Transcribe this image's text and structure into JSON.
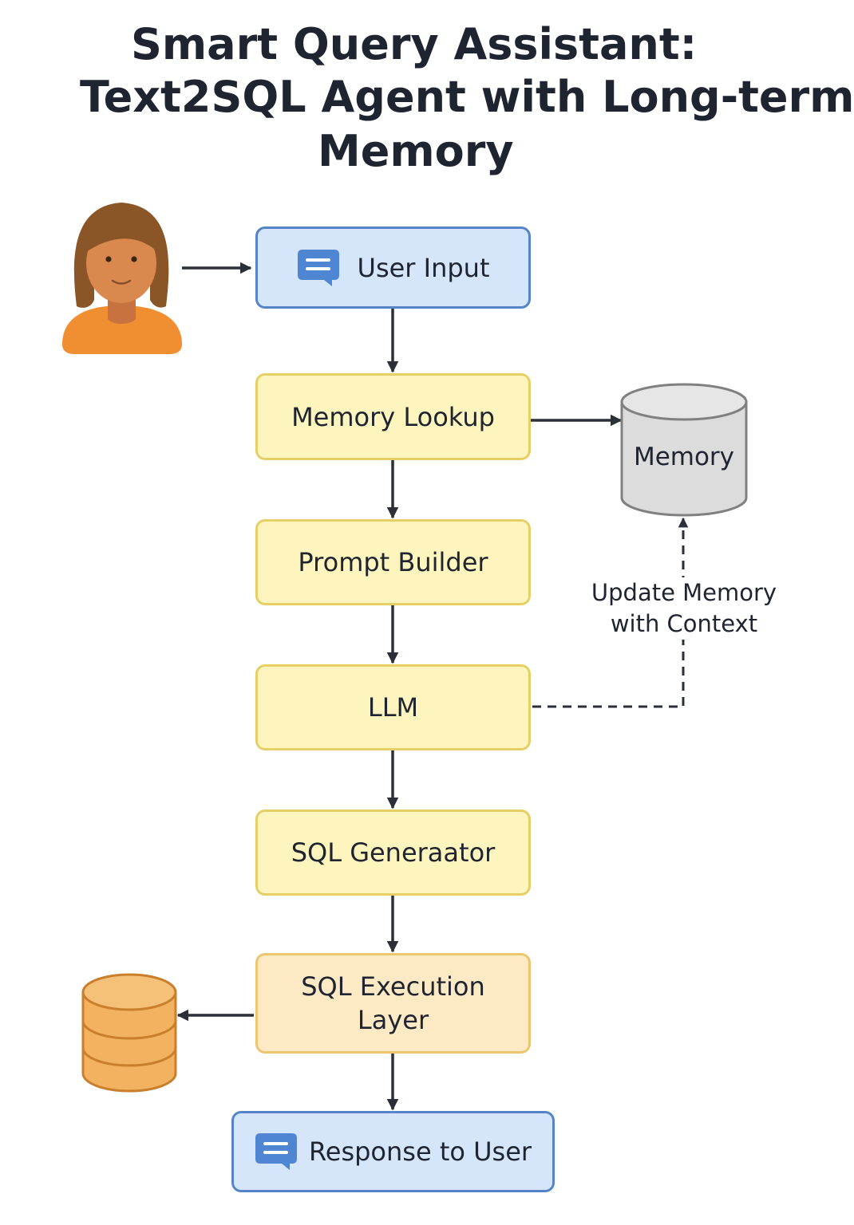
{
  "title": {
    "line1": "Smart Query Assistant:",
    "line2": "Text2SQL Agent with Long-term",
    "line3": "Memory"
  },
  "nodes": {
    "user_input": "User Input",
    "memory_lookup": "Memory Lookup",
    "prompt_builder": "Prompt Builder",
    "llm": "LLM",
    "sql_generator": "SQL Generaator",
    "sql_execution_line1": "SQL Execution",
    "sql_execution_line2": "Layer",
    "response": "Response to User"
  },
  "memory_store": {
    "label": "Memory"
  },
  "update_memory": {
    "line1": "Update Memory",
    "line2": "with Context"
  },
  "icons": {
    "user": "user-avatar-icon",
    "chat": "chat-bubble-icon",
    "memory": "memory-cylinder-icon",
    "database": "database-icon"
  },
  "colors": {
    "blue_fill": "#d5e6fb",
    "blue_border": "#5684c8",
    "yellow_fill": "#fdf4be",
    "yellow_border": "#e6d066",
    "peach_fill": "#fde9c4",
    "arrow": "#2b2f38",
    "database": "#f2b25f"
  }
}
